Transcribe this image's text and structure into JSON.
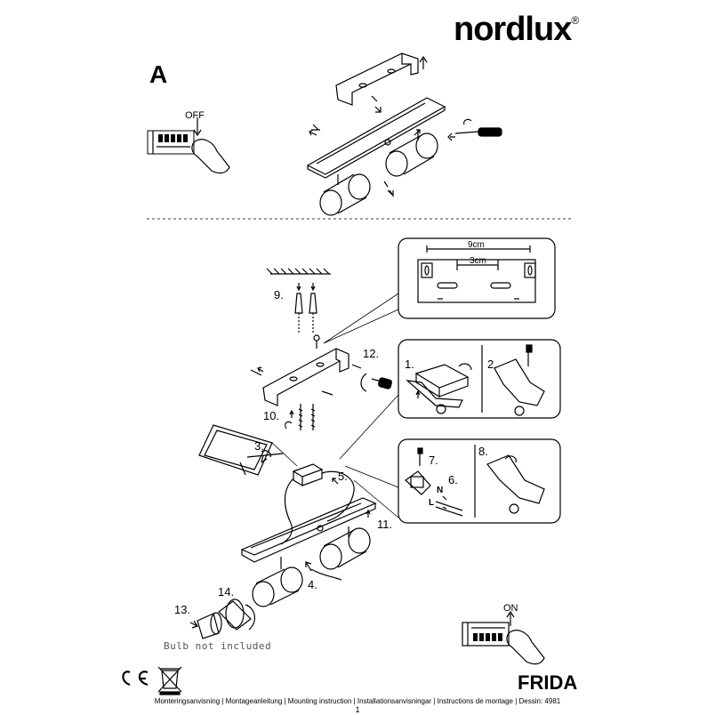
{
  "brand": {
    "name": "nordlux",
    "registered": "®"
  },
  "section_a": {
    "label": "A",
    "switch_off": "OFF"
  },
  "section_b": {
    "bracket_dims": {
      "outer": "9cm",
      "inner": "3cm"
    },
    "steps": {
      "s1": "1.",
      "s2": "2.",
      "s3": "3.",
      "s4": "4.",
      "s5": "5.",
      "s6": "6.",
      "s7": "7.",
      "s8": "8.",
      "s9": "9.",
      "s10": "10.",
      "s11": "11.",
      "s12": "12.",
      "s13": "13.",
      "s14": "14."
    },
    "wire_labels": {
      "neutral": "N",
      "live": "L"
    },
    "switch_on": "ON",
    "bulb_note": "Bulb not included"
  },
  "footer": {
    "marks": {
      "ce": "CE"
    },
    "product_name": "FRIDA",
    "instructions": "Monteringsanvisning | Montageanleitung | Mounting instruction | Installationsanvisningar | Instructions de montage | Dessin: 4981",
    "page_number": "1"
  }
}
